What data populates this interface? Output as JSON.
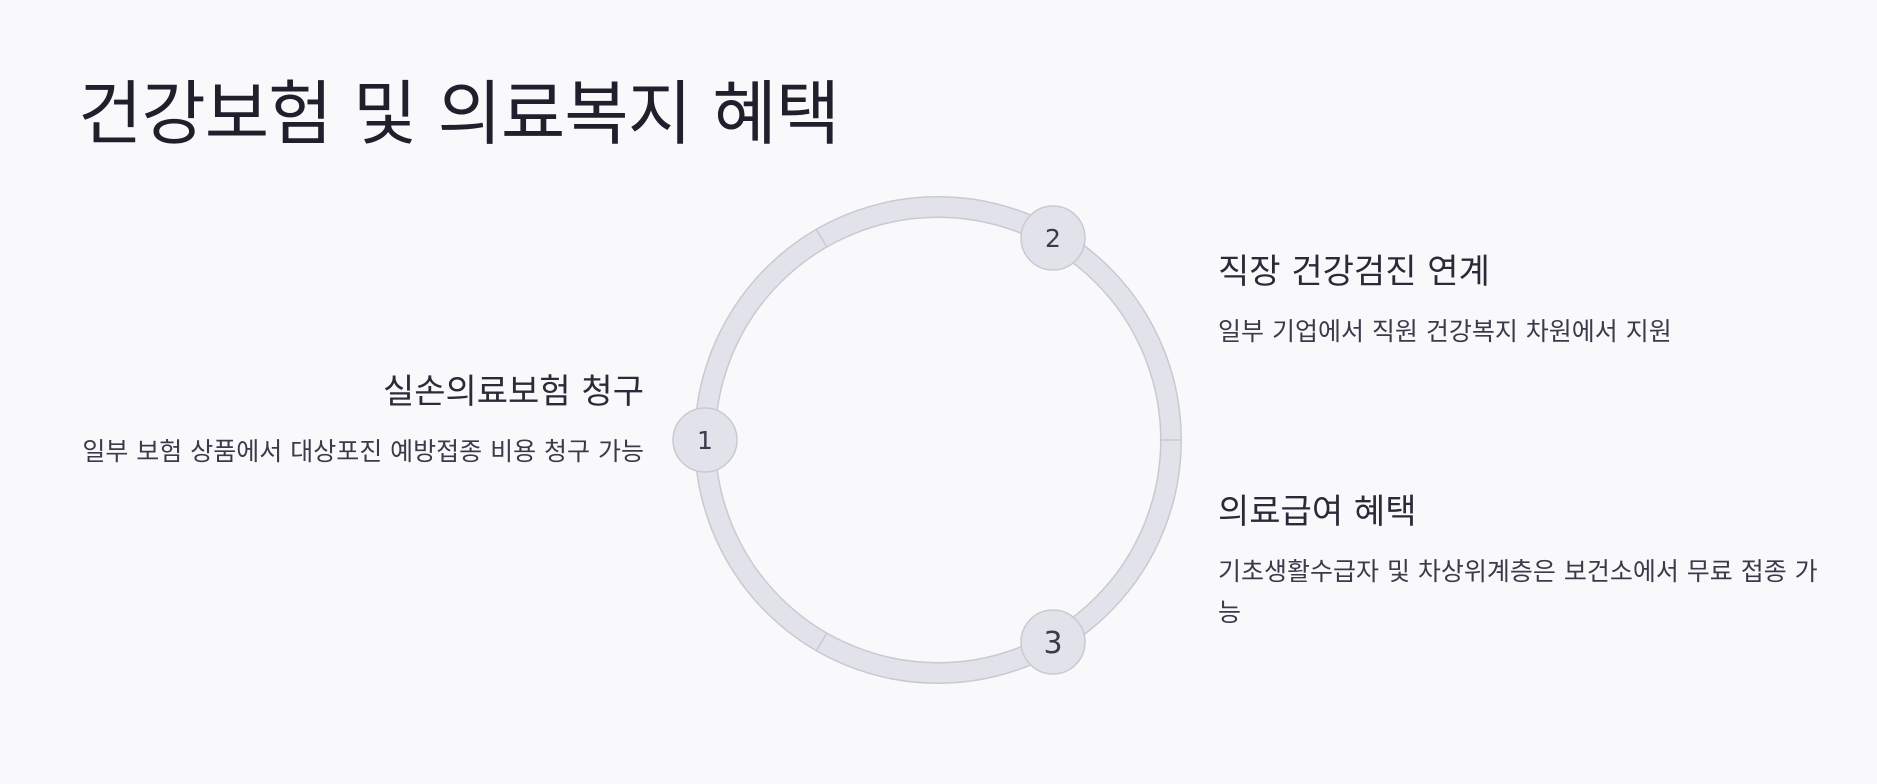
{
  "page": {
    "title": "건강보험 및 의료복지 혜택"
  },
  "diagram": {
    "ring_color": "#e2e2ea",
    "ring_border_color": "#c9c9d3",
    "node_fill": "#e2e2ea",
    "steps": [
      {
        "number": "1",
        "title": "실손의료보험 청구",
        "description": "일부 보험 상품에서 대상포진 예방접종 비용 청구 가능"
      },
      {
        "number": "2",
        "title": "직장 건강검진 연계",
        "description": "일부 기업에서 직원 건강복지 차원에서 지원"
      },
      {
        "number": "3",
        "title": "의료급여 혜택",
        "description": "기초생활수급자 및 차상위계층은 보건소에서 무료 접종 가능"
      }
    ]
  }
}
